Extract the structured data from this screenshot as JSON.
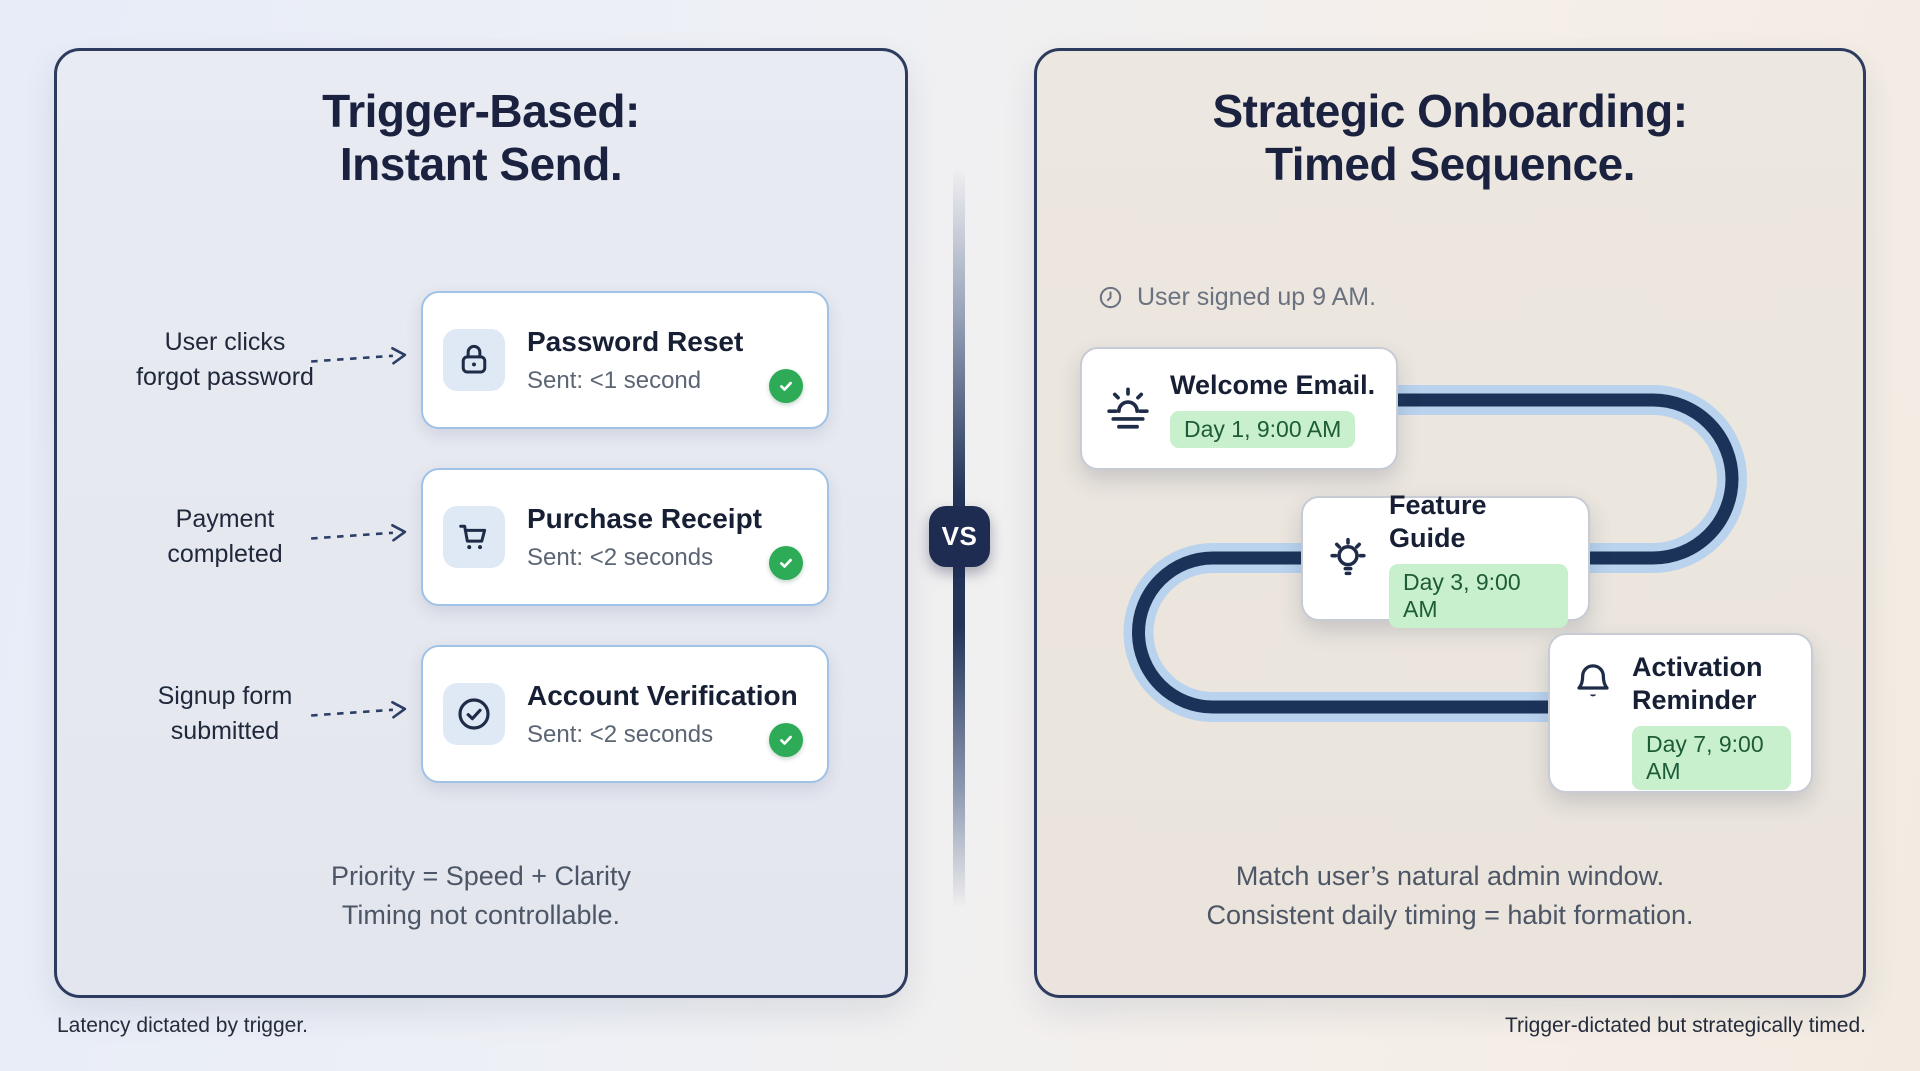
{
  "page": {
    "vs_label": "VS",
    "left_caption": "Latency dictated by trigger.",
    "right_caption": "Trigger-dictated but strategically timed."
  },
  "left_panel": {
    "title_line1": "Trigger-Based:",
    "title_line2": "Instant Send.",
    "rows": [
      {
        "icon": "lock-icon",
        "label_line1": "User clicks",
        "label_line2": "forgot password",
        "card_title": "Password Reset",
        "card_subtitle": "Sent: <1 second",
        "status_icon": "check-circle-icon"
      },
      {
        "icon": "cart-icon",
        "label_line1": "Payment",
        "label_line2": "completed",
        "card_title": "Purchase Receipt",
        "card_subtitle": "Sent: <2 seconds",
        "status_icon": "check-circle-icon"
      },
      {
        "icon": "check-badge-icon",
        "label_line1": "Signup form",
        "label_line2": "submitted",
        "card_title": "Account Verification",
        "card_subtitle": "Sent: <2 seconds",
        "status_icon": "check-circle-icon"
      }
    ],
    "note_line1": "Priority = Speed + Clarity",
    "note_line2": "Timing not controllable."
  },
  "right_panel": {
    "title_line1": "Strategic Onboarding:",
    "title_line2": "Timed Sequence.",
    "signup_icon": "clock-icon",
    "signup_note": "User signed up 9 AM.",
    "steps": [
      {
        "icon": "sunrise-icon",
        "title": "Welcome Email.",
        "badge": "Day 1, 9:00 AM"
      },
      {
        "icon": "lightbulb-icon",
        "title": "Feature Guide",
        "badge": "Day 3, 9:00 AM"
      },
      {
        "icon": "bell-icon",
        "title_line1": "Activation",
        "title_line2": "Reminder",
        "badge": "Day 7, 9:00 AM"
      }
    ],
    "note_line1": "Match user’s natural admin window.",
    "note_line2": "Consistent daily timing = habit formation."
  },
  "colors": {
    "navy": "#1e2c52",
    "title_text": "#1a2240",
    "card_border_blue": "#9fc2e6",
    "icon_tile_bg": "#dfe9f6",
    "path_outer_blue": "#b9d3ee",
    "path_inner_navy": "#1b3358",
    "success_green": "#2eab57",
    "badge_green_bg": "#c8f0cd",
    "badge_green_text": "#1e5c38"
  }
}
